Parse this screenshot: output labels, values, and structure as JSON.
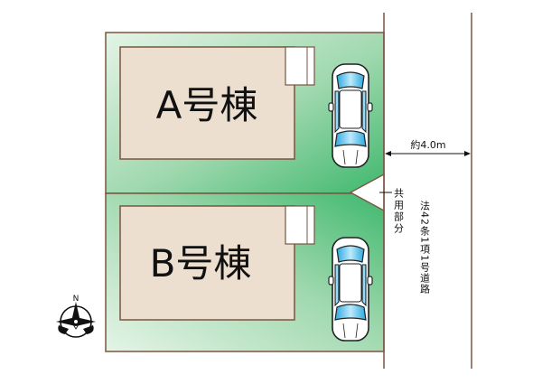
{
  "lots": {
    "a": {
      "label": "A号棟"
    },
    "b": {
      "label": "B号棟"
    }
  },
  "road": {
    "width_label": "約4.0m",
    "legal_label": "法42条1項1号道路"
  },
  "shared_area": {
    "label": "共用部分"
  },
  "compass": {
    "north_letter": "N"
  },
  "colors": {
    "lot_green_dark": "#3fb86e",
    "lot_green_light": "#e8f5ea",
    "building_fill": "#ecdfd0",
    "line": "#7a5540",
    "car_body": "#ffffff",
    "car_glass": "#55c4f0"
  }
}
